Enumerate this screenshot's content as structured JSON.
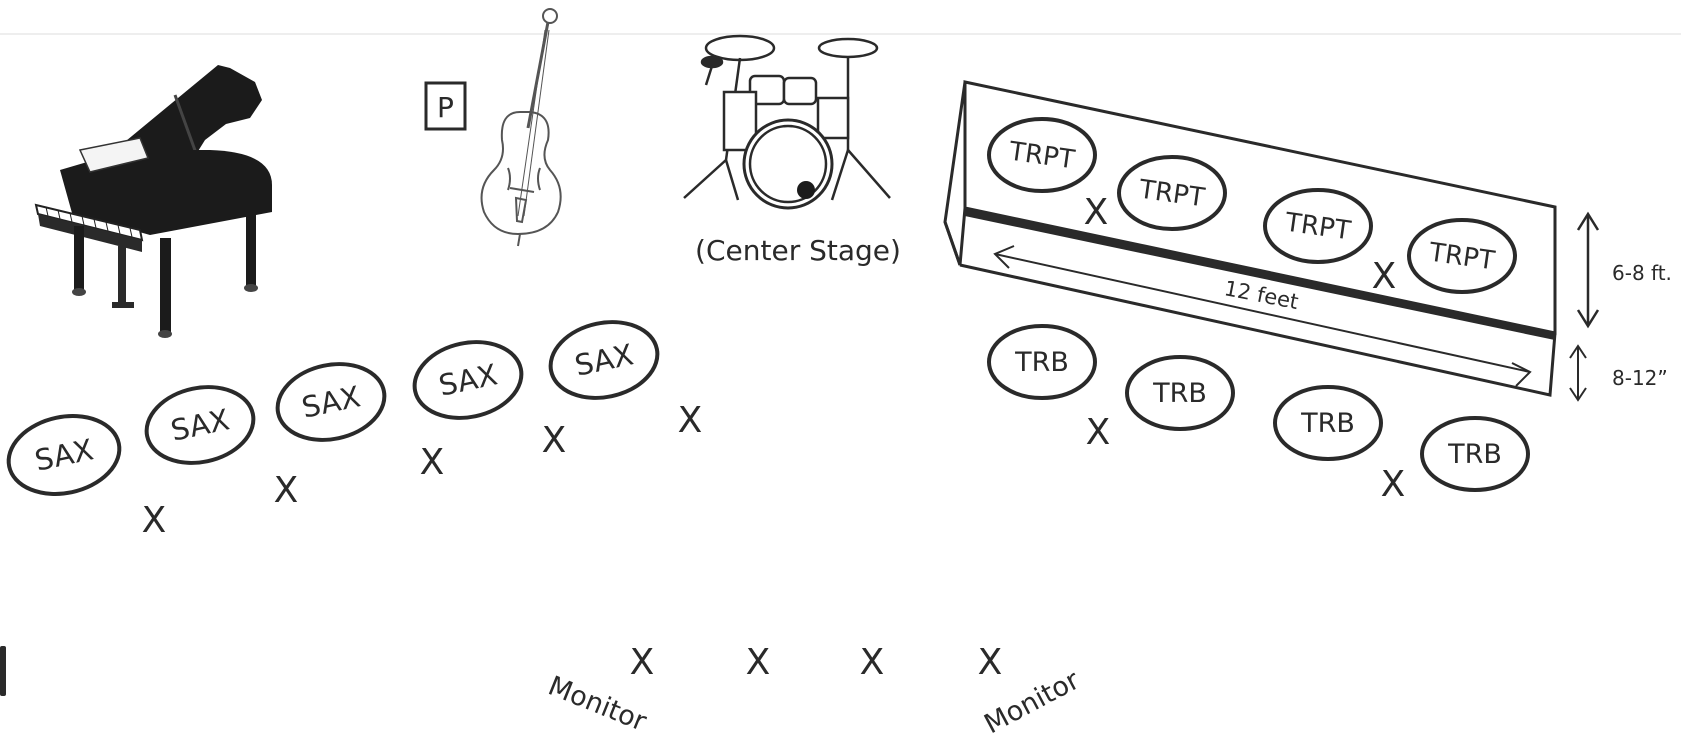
{
  "seat_labels": {
    "sax": "SAX",
    "trumpet": "TRPT",
    "trombone": "TRB",
    "mic_mark": "X",
    "power": "P"
  },
  "captions": {
    "center_stage": "(Center Stage)",
    "riser_length": "12 feet",
    "riser_height": "6-8 ft.",
    "step_height": "8-12”",
    "monitor_left": "Monitor",
    "monitor_right": "Monitor"
  },
  "icons": {
    "piano": "grand-piano-icon",
    "bass": "upright-bass-icon",
    "drums": "drum-kit-icon",
    "riser": "riser-platform"
  },
  "colors": {
    "ink": "#2a2a2a",
    "piano": "#1b1b1b",
    "background": "#ffffff"
  }
}
